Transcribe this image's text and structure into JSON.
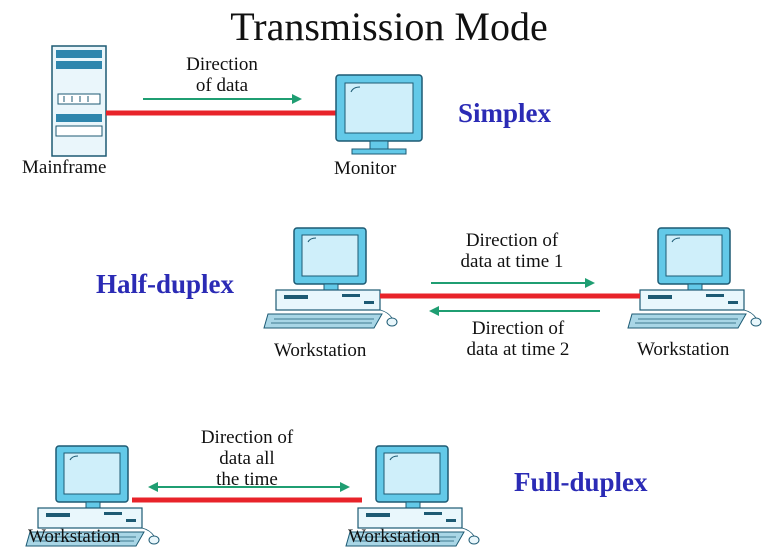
{
  "title": "Transmission Mode",
  "colors": {
    "mode_label": "#2b2bb5",
    "link": "#e8232a",
    "arrow": "#1f9e72",
    "device_fill": "#63c9e8",
    "device_light": "#cfeffa",
    "device_dark": "#1d5a73"
  },
  "simplex": {
    "mode_label": "Simplex",
    "arrow_label": "Direction\nof data",
    "sender_label": "Mainframe",
    "receiver_label": "Monitor"
  },
  "half_duplex": {
    "mode_label": "Half-duplex",
    "arrow_top_label": "Direction of\ndata at time 1",
    "arrow_bottom_label": "Direction of\ndata at time 2",
    "left_label": "Workstation",
    "right_label": "Workstation"
  },
  "full_duplex": {
    "mode_label": "Full-duplex",
    "arrow_label": "Direction of\ndata all\nthe time",
    "left_label": "Workstation",
    "right_label": "Workstation"
  }
}
